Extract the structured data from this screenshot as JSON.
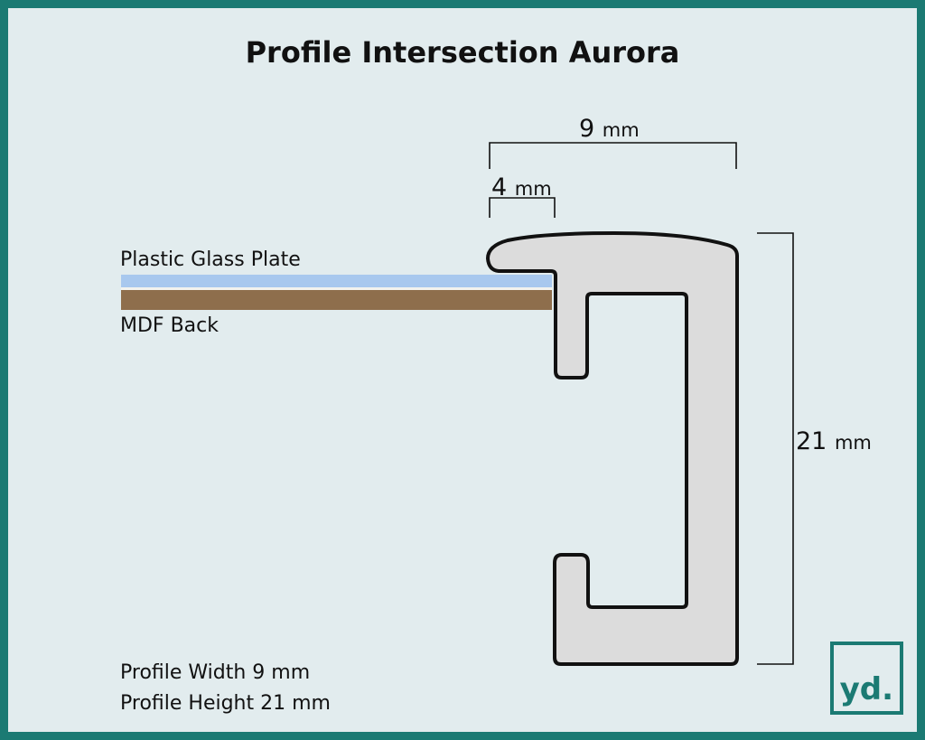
{
  "title": "Profile Intersection Aurora",
  "dimensions": {
    "width_value": "9",
    "width_unit": "mm",
    "rebate_value": "4",
    "rebate_unit": "mm",
    "height_value": "21",
    "height_unit": "mm"
  },
  "layers": {
    "glass_label": "Plastic Glass Plate",
    "back_label": "MDF Back"
  },
  "specs": [
    "Profile Width 9 mm",
    "Profile Height 21 mm"
  ],
  "logo": "yd.",
  "colors": {
    "border": "#1b7a73",
    "background": "#e2ecee",
    "profile_fill": "#dcdcdc",
    "glass": "#a8c8ee",
    "mdf": "#8e6e4c"
  }
}
